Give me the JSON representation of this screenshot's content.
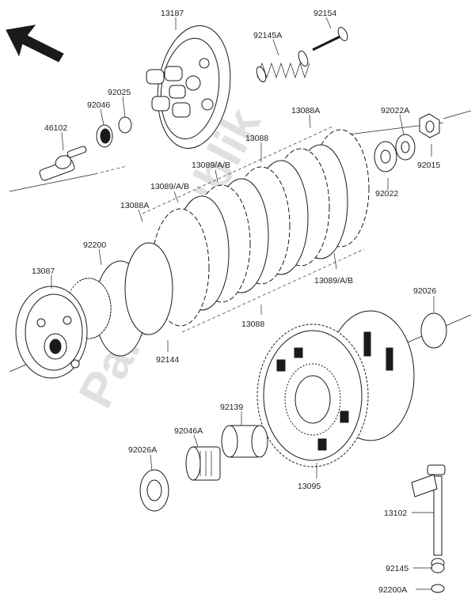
{
  "watermark": "PartsRepublik",
  "labels": {
    "p13187": "13187",
    "p92154": "92154",
    "p92145A": "92145A",
    "p92025": "92025",
    "p92046": "92046",
    "p46102": "46102",
    "p13088A_top": "13088A",
    "p92022A": "92022A",
    "p13088_top": "13088",
    "p13089_1": "13089/A/B",
    "p13089_2": "13089/A/B",
    "p13088A_left": "13088A",
    "p92022": "92022",
    "p92015": "92015",
    "p92200": "92200",
    "p13087": "13087",
    "p13089_3": "13089/A/B",
    "p92026": "92026",
    "p13088_bottom": "13088",
    "p92144": "92144",
    "p92139": "92139",
    "p92046A": "92046A",
    "p92026A": "92026A",
    "p13095": "13095",
    "p13102": "13102",
    "p92145": "92145",
    "p92200A": "92200A"
  }
}
